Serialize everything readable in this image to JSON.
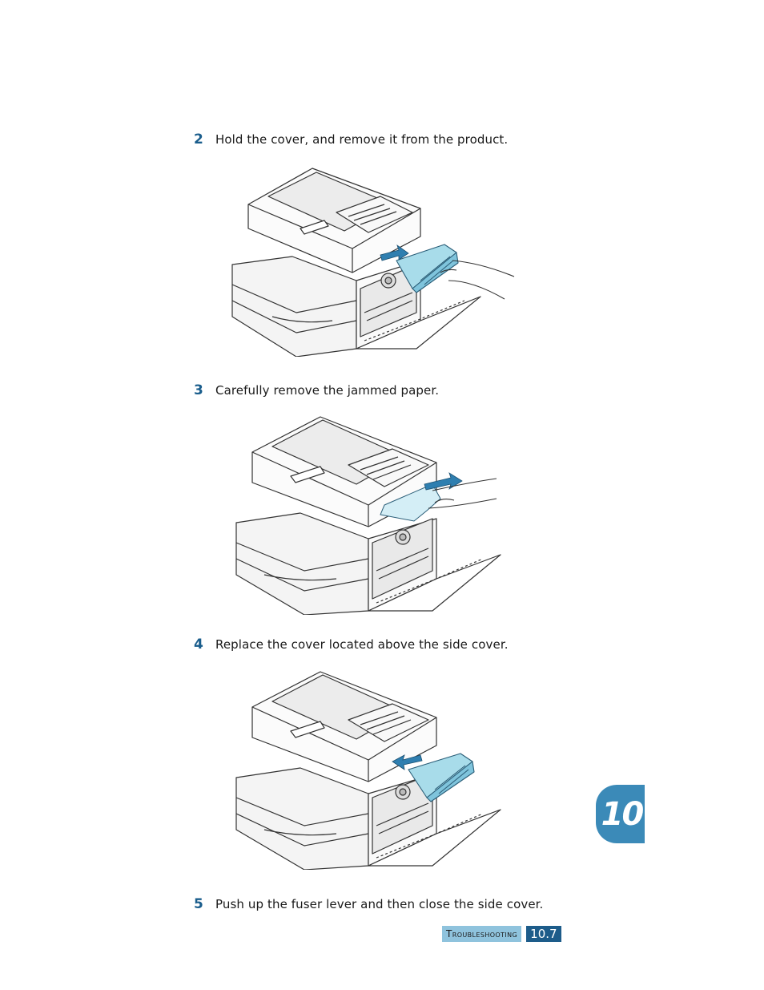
{
  "steps": [
    {
      "number": "2",
      "text": "Hold the cover, and remove it from the product."
    },
    {
      "number": "3",
      "text": "Carefully remove the jammed paper."
    },
    {
      "number": "4",
      "text": "Replace the cover located above the side cover."
    },
    {
      "number": "5",
      "text": "Push up the fuser lever and then close the side cover."
    }
  ],
  "chapter_tab": "10",
  "footer": {
    "section": "Troubleshooting",
    "page": "10.7"
  },
  "colors": {
    "accent": "#1a5d8c",
    "tab": "#3b8ab8",
    "highlight": "#a8dcea",
    "arrow": "#2f7fb0"
  }
}
